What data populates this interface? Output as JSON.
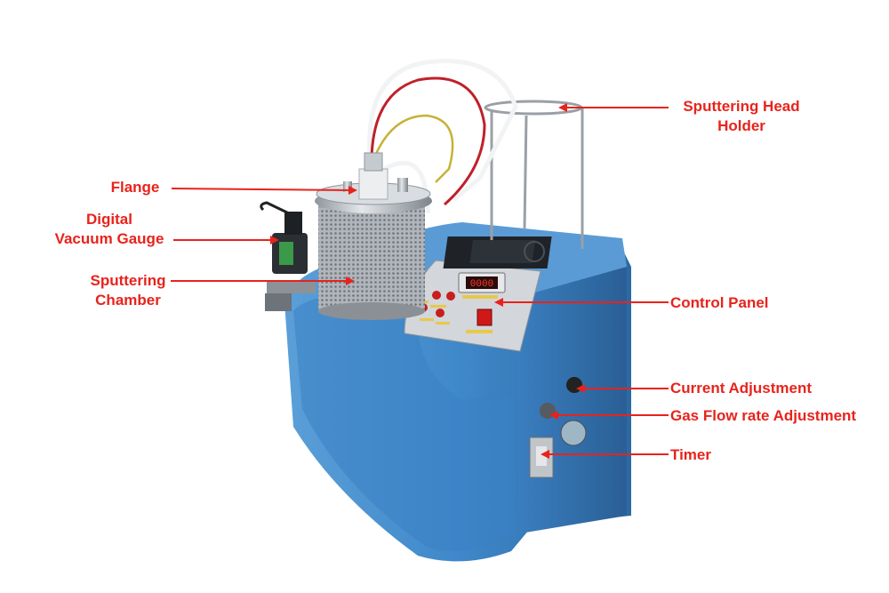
{
  "label_color": "#e8231c",
  "colors": {
    "body": "#3f88c9",
    "body_dark": "#2f6ea8",
    "body_light": "#6aa8dc",
    "panel": "#c9cdd2",
    "steel": "#b9bec4"
  },
  "labels": {
    "sputtering_head_holder": [
      "Sputtering Head",
      "Holder"
    ],
    "flange": "Flange",
    "digital_vacuum_gauge": [
      "Digital",
      "Vacuum Gauge"
    ],
    "sputtering_chamber": [
      "Sputtering",
      "Chamber"
    ],
    "control_panel": "Control Panel",
    "current_adjustment": "Current Adjustment",
    "gas_flow_rate_adjustment": "Gas Flow rate Adjustment",
    "timer": "Timer"
  },
  "display_readout": "0000"
}
